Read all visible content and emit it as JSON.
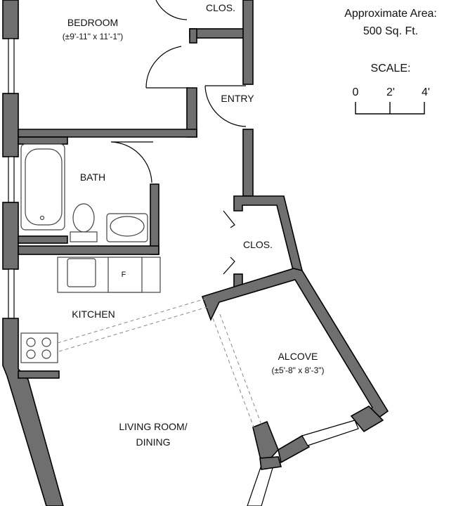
{
  "area": {
    "title": "Approximate Area:",
    "value": "500 Sq. Ft."
  },
  "scale": {
    "title": "SCALE:",
    "ticks": [
      "0",
      "2'",
      "4'"
    ]
  },
  "rooms": {
    "bedroom": {
      "name": "BEDROOM",
      "dims": "(±9'-11\" x 11'-1\")"
    },
    "closet_top": {
      "name": "CLOS."
    },
    "entry": {
      "name": "ENTRY"
    },
    "bath": {
      "name": "BATH"
    },
    "closet_mid": {
      "name": "CLOS."
    },
    "kitchen": {
      "name": "KITCHEN"
    },
    "fridge": {
      "name": "F"
    },
    "alcove": {
      "name": "ALCOVE",
      "dims": "(±5'-8\" x 8'-3\")"
    },
    "living": {
      "line1": "LIVING ROOM/",
      "line2": "DINING"
    }
  }
}
